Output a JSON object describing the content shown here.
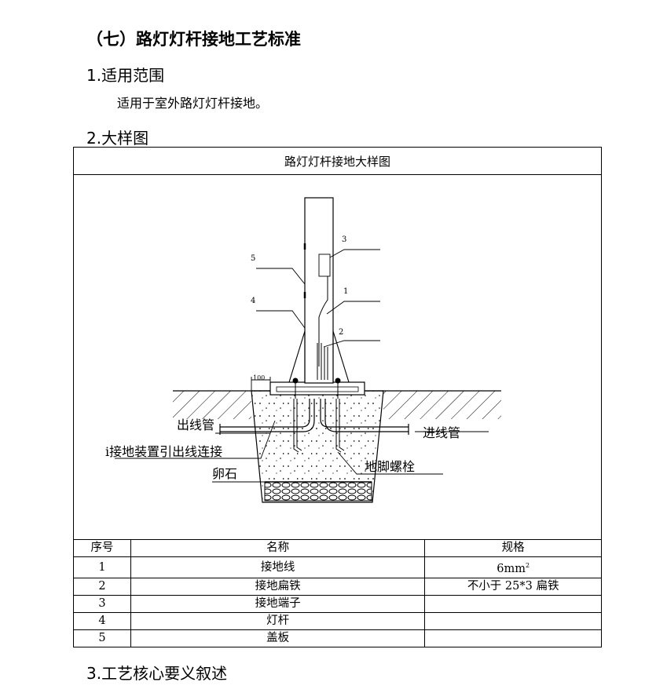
{
  "heading": "（七）路灯灯杆接地工艺标准",
  "section1": {
    "title": "1.适用范围",
    "body": "适用于室外路灯灯杆接地。"
  },
  "section2": {
    "title": "2.大样图"
  },
  "figure": {
    "caption": "路灯灯杆接地大样图",
    "callouts": [
      "1",
      "2",
      "3",
      "4",
      "5"
    ],
    "dimension": "100",
    "labels": {
      "outlet_pipe": "出线管",
      "ground_lead": "i接地装置引出线连接",
      "gravel": "卵石",
      "inlet_pipe": "进线管",
      "anchor_bolt": "地脚螺栓"
    }
  },
  "table": {
    "headers": [
      "序号",
      "名称",
      "规格"
    ],
    "rows": [
      {
        "no": "1",
        "name": "接地线",
        "spec": "6mm",
        "spec_sup": "2"
      },
      {
        "no": "2",
        "name": "接地扁铁",
        "spec": "不小于 25*3 扁铁",
        "spec_sup": ""
      },
      {
        "no": "3",
        "name": "接地端子",
        "spec": "",
        "spec_sup": ""
      },
      {
        "no": "4",
        "name": "灯杆",
        "spec": "",
        "spec_sup": ""
      },
      {
        "no": "5",
        "name": "盖板",
        "spec": "",
        "spec_sup": ""
      }
    ]
  },
  "section3": {
    "title": "3.工艺核心要义叙述"
  }
}
